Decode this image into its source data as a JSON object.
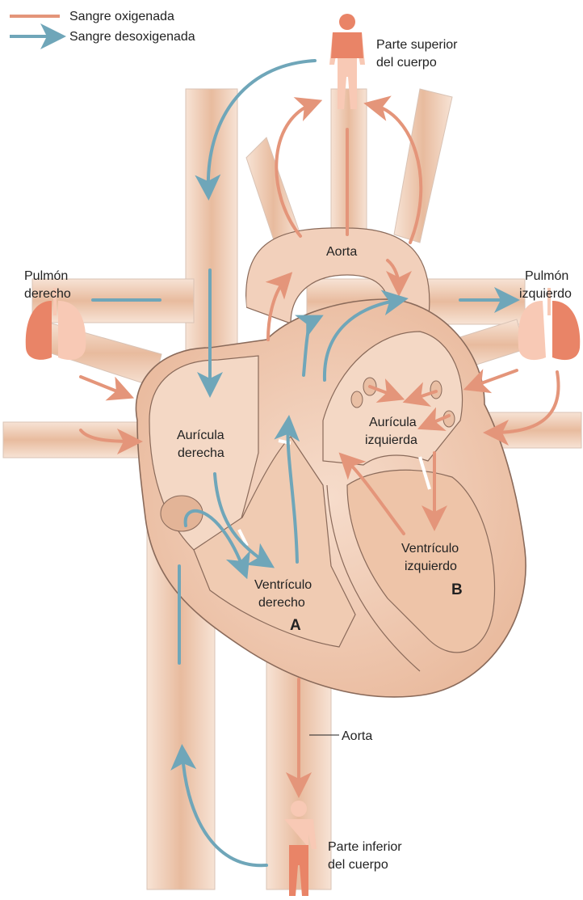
{
  "legend": {
    "oxygenated": "Sangre oxigenada",
    "deoxygenated": "Sangre desoxigenada"
  },
  "labels": {
    "upper_body_1": "Parte superior",
    "upper_body_2": "del cuerpo",
    "lower_body_1": "Parte inferior",
    "lower_body_2": "del cuerpo",
    "aorta_top": "Aorta",
    "aorta_bottom": "Aorta",
    "right_lung_1": "Pulmón",
    "right_lung_2": "derecho",
    "left_lung_1": "Pulmón",
    "left_lung_2": "izquierdo",
    "right_atrium_1": "Aurícula",
    "right_atrium_2": "derecha",
    "left_atrium_1": "Aurícula",
    "left_atrium_2": "izquierda",
    "right_ventricle_1": "Ventrículo",
    "right_ventricle_2": "derecho",
    "left_ventricle_1": "Ventrículo",
    "left_ventricle_2": "izquierdo",
    "marker_a": "A",
    "marker_b": "B"
  },
  "colors": {
    "oxygenated": "#e4957a",
    "deoxygenated": "#6fa6b9",
    "tissue": "#f3d4bf",
    "tissue_dark": "#e5b293",
    "outline": "#8a6a5a",
    "lung_dark": "#e98467",
    "lung_light": "#f8c9b5"
  }
}
